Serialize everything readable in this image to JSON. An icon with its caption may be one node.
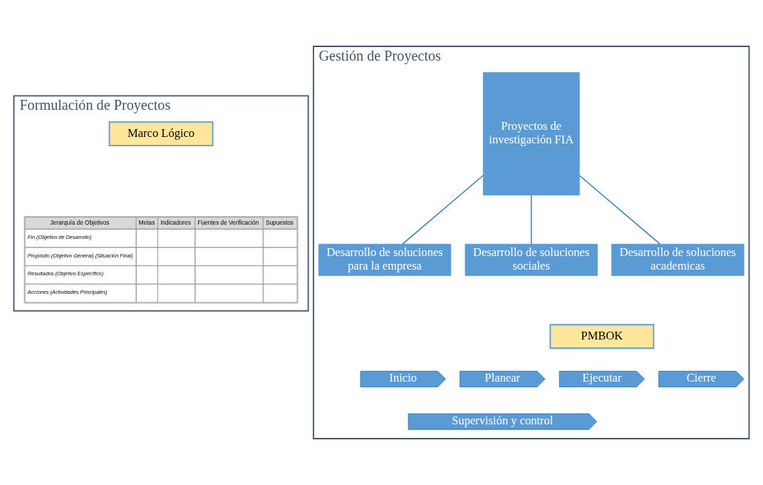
{
  "diagram": {
    "nodes": [
      {
        "text": [
          "Formulación de Proyectos"
        ]
      },
      {
        "text": [
          "Marco Lógico"
        ],
        "in": 0
      },
      {
        "text": [
          "Gestión de Proyectos"
        ]
      },
      {
        "text": [
          "Proyectos de investigación FIA"
        ],
        "in": 2
      },
      {
        "text": [
          "Desarrollo de soluciones para la empresa"
        ],
        "in": 2
      },
      {
        "text": [
          "Desarrollo de soluciones sociales"
        ],
        "in": 2
      },
      {
        "text": [
          "Desarrollo de soluciones academicas"
        ],
        "in": 2
      },
      {
        "text": [
          "PMBOK"
        ],
        "in": 2
      },
      {
        "text": [
          "Inicio"
        ],
        "in": 2
      },
      {
        "text": [
          "Planear"
        ],
        "in": 2
      },
      {
        "text": [
          "Ejecutar"
        ],
        "in": 2
      },
      {
        "text": [
          "Cierre"
        ],
        "in": 2
      },
      {
        "text": [
          "Supervisión y control"
        ],
        "in": 2
      }
    ],
    "edges": [
      {
        "from": 3,
        "to": 4,
        "arrow": "none"
      },
      {
        "from": 3,
        "to": 5,
        "arrow": "none"
      },
      {
        "from": 3,
        "to": 6,
        "arrow": "none"
      }
    ],
    "labels": [
      "Jerarquía de Objetivos",
      "Metas",
      "Indicadores",
      "Fuentes de Verificación",
      "Supuestos",
      "Fin (Objetivo de Desarrollo)",
      "Propósito (Objetivo General) (Situación Final)",
      "Resultados (Objetivo Específico)",
      "Acciones (Actividades Principales)"
    ]
  }
}
